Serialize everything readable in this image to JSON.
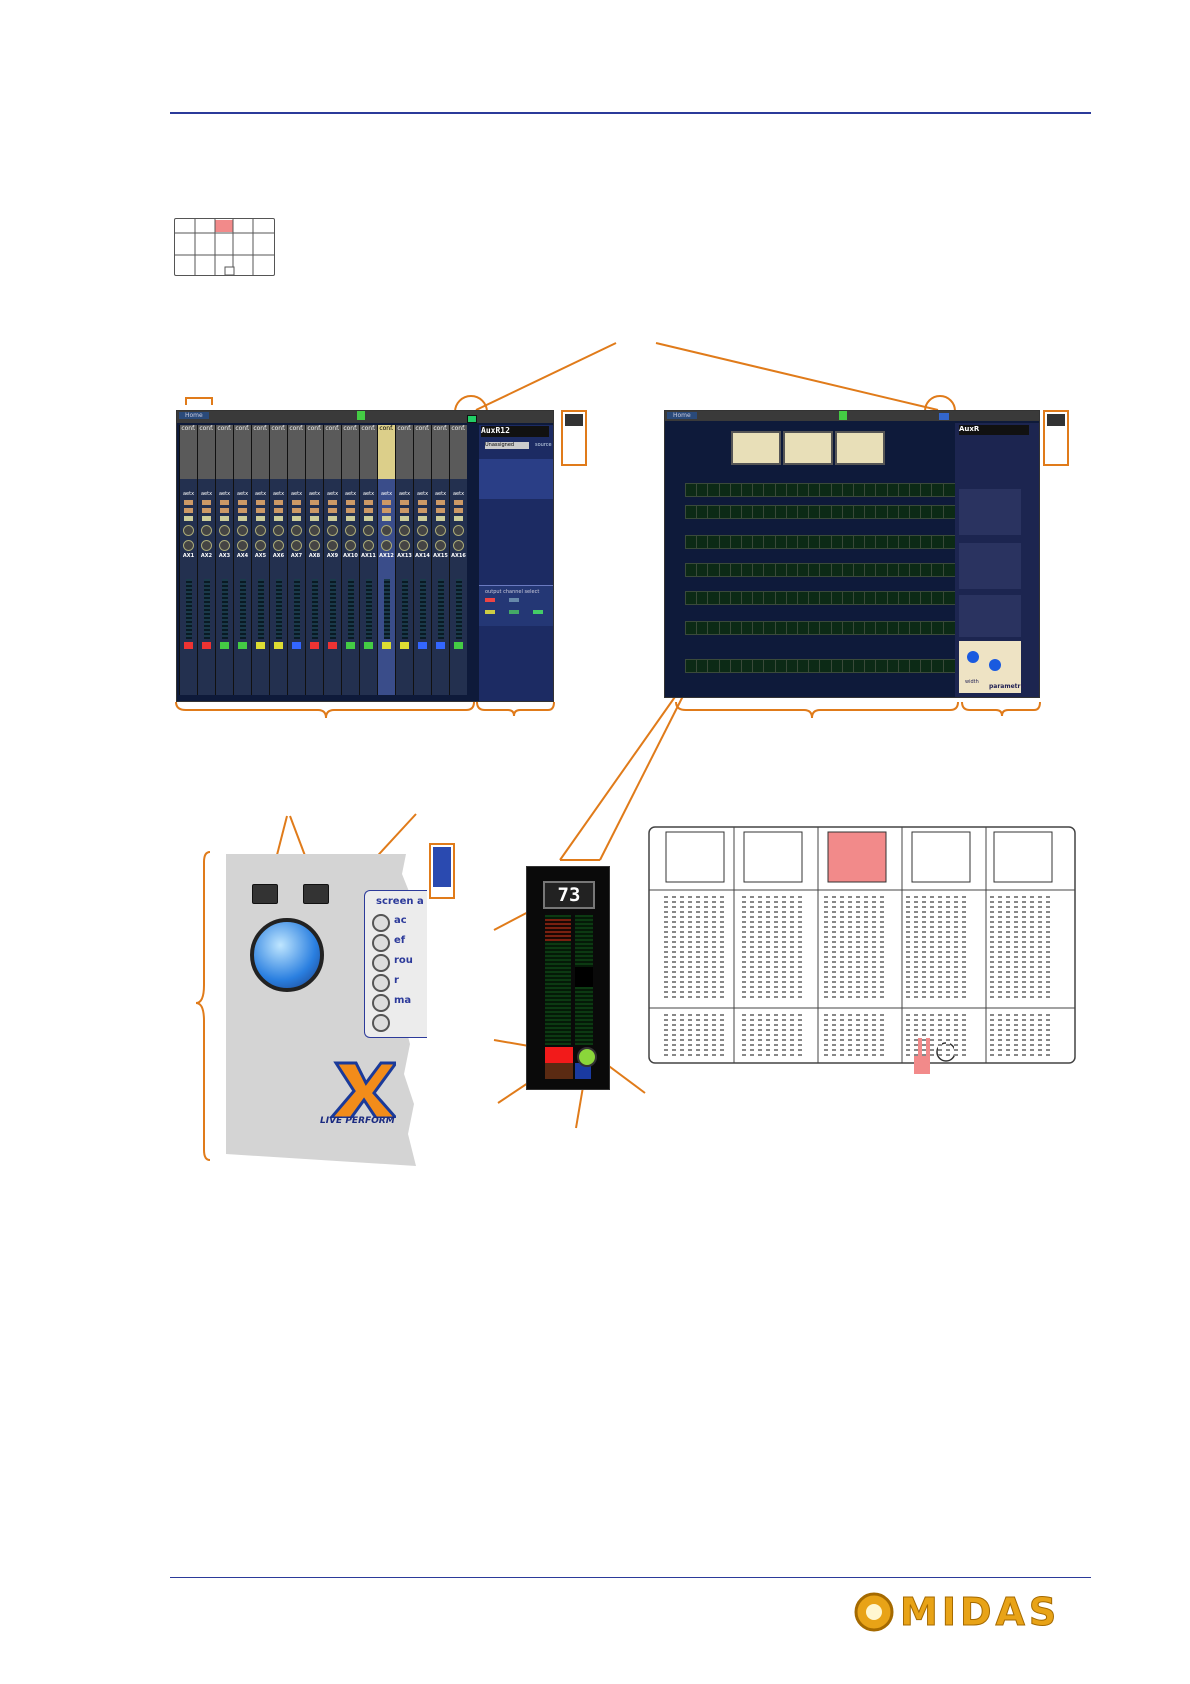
{
  "colors": {
    "rule": "#2b3a9a",
    "callout": "#e07b1a",
    "highlight": "#f28a8a",
    "brand": "#e8a317"
  },
  "left_screen": {
    "tab": "Home",
    "title": "AuxR12",
    "dropdown": "Unassigned",
    "source_label": "source",
    "strip_header": "conf.",
    "strip_mid": "aetx",
    "channels": [
      "AX1",
      "AX2",
      "AX3",
      "AX4",
      "AX5",
      "AX6",
      "AX7",
      "AX8",
      "AX9",
      "AX10",
      "AX11",
      "AX12",
      "AX13",
      "AX14",
      "AX15",
      "AX16"
    ],
    "panel_title": "output channel select"
  },
  "right_screen": {
    "tab": "Home",
    "title": "AuxR",
    "eq_label": "parametric",
    "eq_knob": "width"
  },
  "gui_panel": {
    "heading": "screen a",
    "items": [
      "ac",
      "ef",
      "rou",
      "r",
      "ma",
      ""
    ],
    "logo_text": "LIVE PERFORM"
  },
  "meter_zoom": {
    "value": "73"
  },
  "brand": {
    "name": "MIDAS"
  }
}
